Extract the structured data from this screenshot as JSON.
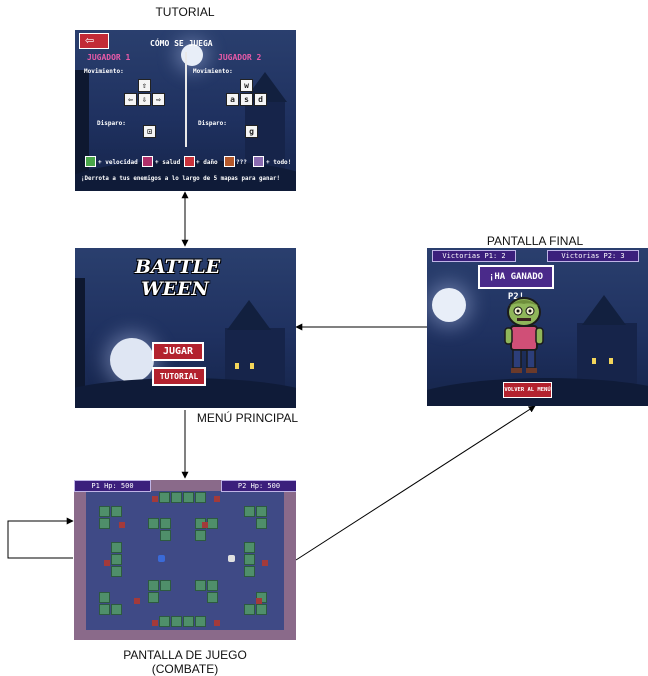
{
  "labels": {
    "tutorial": "TUTORIAL",
    "menu": "MENÚ PRINCIPAL",
    "final": "PANTALLA FINAL",
    "game_line1": "PANTALLA DE JUEGO",
    "game_line2": "(COMBATE)"
  },
  "tutorial": {
    "title": "CÓMO SE JUEGA",
    "p1": "JUGADOR 1",
    "p2": "JUGADOR 2",
    "move": "Movimiento:",
    "shot": "Disparo:",
    "p1_keys": [
      "⇧",
      "⇦",
      "⇩",
      "⇨"
    ],
    "p1_shot_key": "⊡",
    "p2_keys": [
      "w",
      "a",
      "s",
      "d"
    ],
    "p2_shot_key": "g",
    "legend": [
      "+ velocidad",
      "+ salud",
      "+ daño",
      "???",
      "+ todo!"
    ],
    "footer": "¡Derrota a tus enemigos a lo largo de 5 mapas para ganar!",
    "back_icon": "back-arrow-icon"
  },
  "menu": {
    "logo_line1": "BATTLE",
    "logo_line2": "WEEN",
    "play": "JUGAR",
    "tutorial": "TUTORIAL"
  },
  "final": {
    "wins_p1": "Victorias P1: 2",
    "wins_p2": "Victorias P2: 3",
    "winner": "¡HA GANADO P2!",
    "back": "VOLVER AL MENÚ"
  },
  "game": {
    "hp1": "P1 Hp: 500",
    "hp2": "P2 Hp: 500"
  },
  "colors": {
    "accent_red": "#b3222e",
    "hud_purple": "#3b1f7c",
    "block_green": "#4f8f6a",
    "arena": "#3f4a86"
  }
}
